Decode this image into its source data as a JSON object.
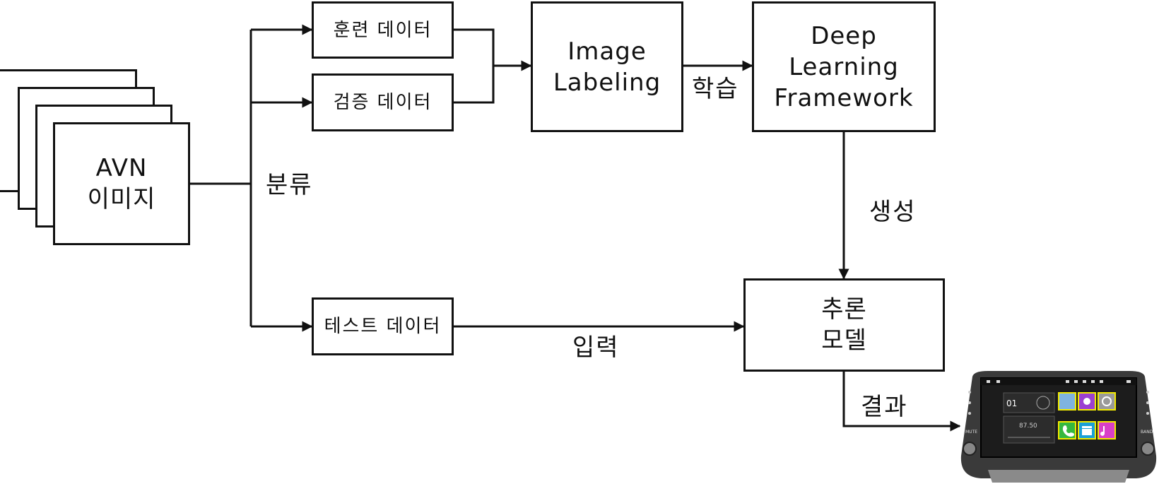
{
  "nodes": {
    "avn_images": "AVN\n이미지",
    "train_data": "훈련 데이터",
    "val_data": "검증 데이터",
    "test_data": "테스트 데이터",
    "image_labeling": "Image\nLabeling",
    "dl_framework": "Deep\nLearning\nFramework",
    "inference_model": "추론\n모델"
  },
  "edges": {
    "classify": "분류",
    "train": "학습",
    "generate": "생성",
    "input": "입력",
    "result": "결과"
  },
  "device": {
    "name": "AVN head unit",
    "time": "01",
    "radio_freq": "87.50",
    "mute_label": "MUTE",
    "band_label": "BAND",
    "highlight_color": "#f2ea00",
    "app_icons": [
      "gallery-icon",
      "podcast-icon",
      "settings-icon",
      "phone-icon",
      "video-icon",
      "music-icon"
    ]
  }
}
